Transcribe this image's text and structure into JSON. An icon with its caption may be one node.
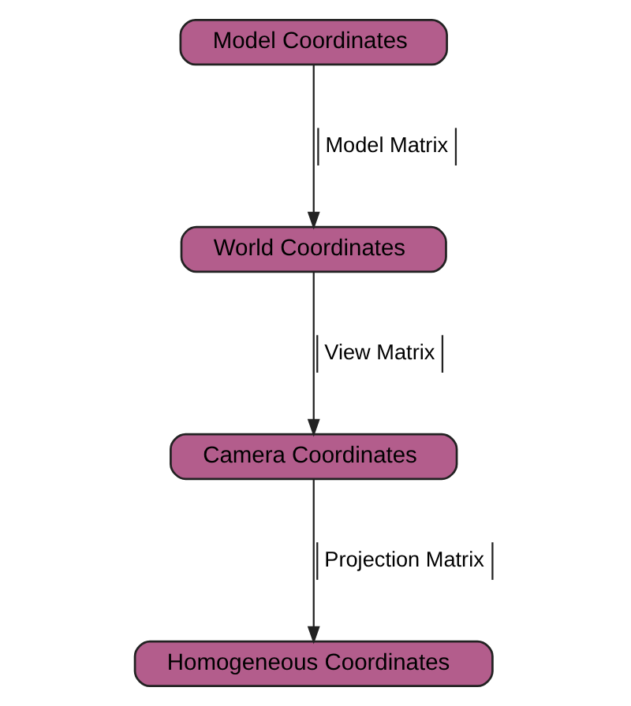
{
  "diagram": {
    "nodes": [
      {
        "text": [
          "Model Coordinates"
        ]
      },
      {
        "text": [
          "World Coordinates"
        ]
      },
      {
        "text": [
          "Camera Coordinates"
        ]
      },
      {
        "text": [
          "Homogeneous Coordinates"
        ]
      }
    ],
    "edges": [
      {
        "from": 0,
        "to": 1,
        "arrow": "to",
        "label": "Model Matrix"
      },
      {
        "from": 1,
        "to": 2,
        "arrow": "to",
        "label": "View Matrix"
      },
      {
        "from": 2,
        "to": 3,
        "arrow": "to",
        "label": "Projection Matrix"
      }
    ]
  }
}
